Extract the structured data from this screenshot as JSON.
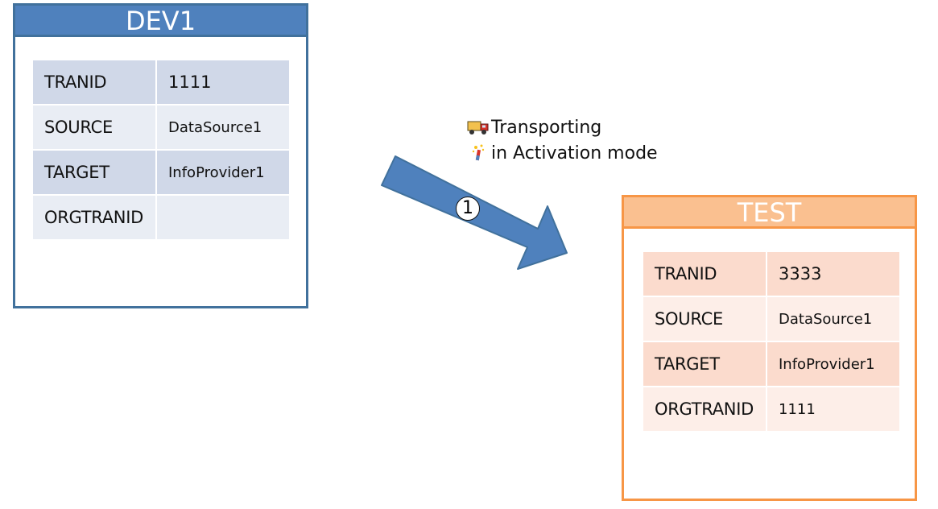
{
  "dev": {
    "title": "DEV1",
    "rows": [
      {
        "key": "TRANID",
        "value": "1111"
      },
      {
        "key": "SOURCE",
        "value": "DataSource1"
      },
      {
        "key": "TARGET",
        "value": "InfoProvider1"
      },
      {
        "key": "ORGTRANID",
        "value": ""
      }
    ]
  },
  "test": {
    "title": "TEST",
    "rows": [
      {
        "key": "TRANID",
        "value": "3333"
      },
      {
        "key": "SOURCE",
        "value": "DataSource1"
      },
      {
        "key": "TARGET",
        "value": "InfoProvider1"
      },
      {
        "key": "ORGTRANID",
        "value": "1111"
      }
    ]
  },
  "transport": {
    "step": "1",
    "line1": "Transporting",
    "line2": "in Activation mode",
    "icons": [
      "truck-icon",
      "magic-wand-icon"
    ]
  },
  "colors": {
    "dev_header": "#4f81bd",
    "dev_border": "#41719c",
    "test_header": "#fac090",
    "test_border": "#f79646",
    "arrow": "#4f81bd"
  }
}
